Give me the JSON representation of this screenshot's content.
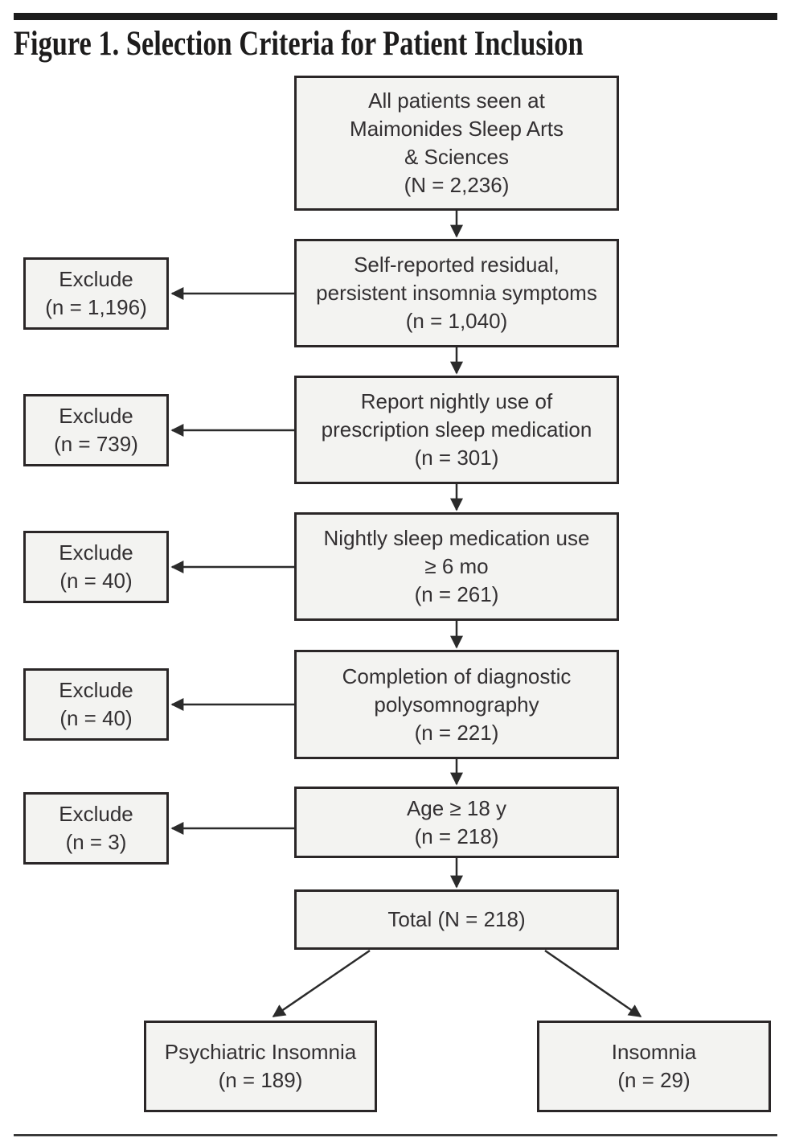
{
  "figure": {
    "title": "Figure 1. Selection Criteria for Patient Inclusion"
  },
  "flow": {
    "steps": [
      {
        "lines": [
          "All patients seen at",
          "Maimonides Sleep Arts",
          "& Sciences",
          "(N = 2,236)"
        ]
      },
      {
        "lines": [
          "Self-reported residual,",
          "persistent insomnia symptoms",
          "(n = 1,040)"
        ]
      },
      {
        "lines": [
          "Report nightly use of",
          "prescription sleep medication",
          "(n = 301)"
        ]
      },
      {
        "lines": [
          "Nightly sleep medication use",
          "≥ 6 mo",
          "(n = 261)"
        ]
      },
      {
        "lines": [
          "Completion of diagnostic",
          "polysomnography",
          "(n = 221)"
        ]
      },
      {
        "lines": [
          "Age ≥ 18 y",
          "(n = 218)"
        ]
      }
    ],
    "total": {
      "label": "Total (N = 218)"
    },
    "exclusions": [
      {
        "lines": [
          "Exclude",
          "(n = 1,196)"
        ]
      },
      {
        "lines": [
          "Exclude",
          "(n = 739)"
        ]
      },
      {
        "lines": [
          "Exclude",
          "(n = 40)"
        ]
      },
      {
        "lines": [
          "Exclude",
          "(n = 40)"
        ]
      },
      {
        "lines": [
          "Exclude",
          "(n = 3)"
        ]
      }
    ],
    "outcomes": [
      {
        "lines": [
          "Psychiatric Insomnia",
          "(n = 189)"
        ]
      },
      {
        "lines": [
          "Insomnia",
          "(n = 29)"
        ]
      }
    ]
  },
  "colors": {
    "box_fill": "#f3f3f1",
    "box_border": "#2a2627",
    "text": "#333032",
    "rule_dark": "#1c1c1c",
    "arrow": "#2b2b2b"
  }
}
